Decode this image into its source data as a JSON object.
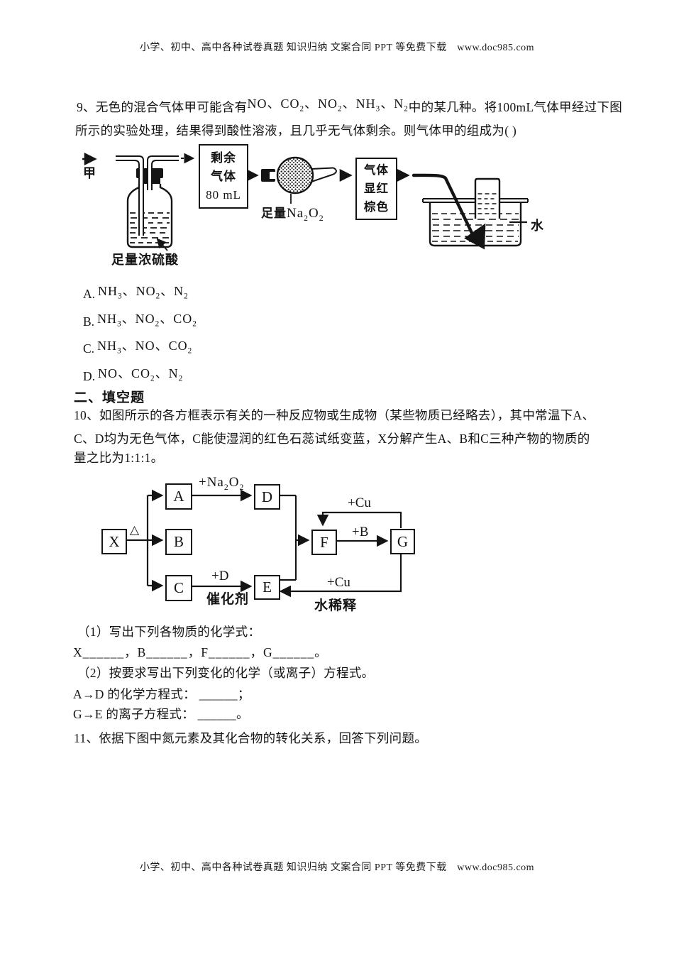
{
  "watermark": {
    "text": "小学、初中、高中各种试卷真题 知识归纳 文案合同 PPT 等免费下载　www.doc985.com"
  },
  "q9": {
    "pre": "9、无色的混合气体甲可能含有",
    "gases": "NO、CO~2~、NO~2~、NH~3~、N~2~",
    "post": "中的某几种。将100mL气体甲经过下图",
    "line2": "所示的实验处理，结果得到酸性溶液，且几乎无气体剩余。则气体甲的组成为(  )"
  },
  "apparatus": {
    "inlet_label": "甲",
    "box1_line1": "剩余",
    "box1_line2": "气体",
    "box1_line3": "80 mL",
    "bottle_label": "足量浓硫酸",
    "flask_label_cn": "足量",
    "flask_label_chem": "Na~2~O~2~",
    "box2_line1": "气体",
    "box2_line2": "显红",
    "box2_line3": "棕色",
    "water_label": "水"
  },
  "options": [
    {
      "letter": "A.",
      "formula": "NH~3~、NO~2~、N~2~"
    },
    {
      "letter": "B.",
      "formula": "NH~3~、NO~2~、CO~2~"
    },
    {
      "letter": "C.",
      "formula": "NH~3~、NO、CO~2~"
    },
    {
      "letter": "D.",
      "formula": "NO、CO~2~、N~2~"
    }
  ],
  "section2": {
    "title": "二、填空题"
  },
  "q10": {
    "line1": "10、如图所示的各方框表示有关的一种反应物或生成物（某些物质已经略去），其中常温下A、",
    "line2": "C、D均为无色气体，C能使湿润的红色石蕊试纸变蓝，X分解产生A、B和C三种产物的物质的",
    "line3": "量之比为1:1:1。"
  },
  "flowchart": {
    "nodes": {
      "x": "X",
      "a": "A",
      "b": "B",
      "c": "C",
      "d": "D",
      "e": "E",
      "f": "F",
      "g": "G"
    },
    "delta": "△",
    "label_na2o2": "+Na~2~O~2~",
    "label_plus_d": "+D",
    "label_catalyst": "催化剂",
    "label_plus_b": "+B",
    "label_plus_cu_top": "+Cu",
    "label_plus_cu_bottom": "+Cu",
    "label_dilute": "水稀释"
  },
  "q10_parts": {
    "p1": "（1）写出下列各物质的化学式：",
    "blanks": "X______，B______，F______，G______。",
    "p2": "（2）按要求写出下列变化的化学（或离子）方程式。",
    "ad": "A→D 的化学方程式： ______；",
    "ge": "G→E 的离子方程式： ______。"
  },
  "q11": {
    "line1": "11、依据下图中氮元素及其化合物的转化关系，回答下列问题。"
  }
}
